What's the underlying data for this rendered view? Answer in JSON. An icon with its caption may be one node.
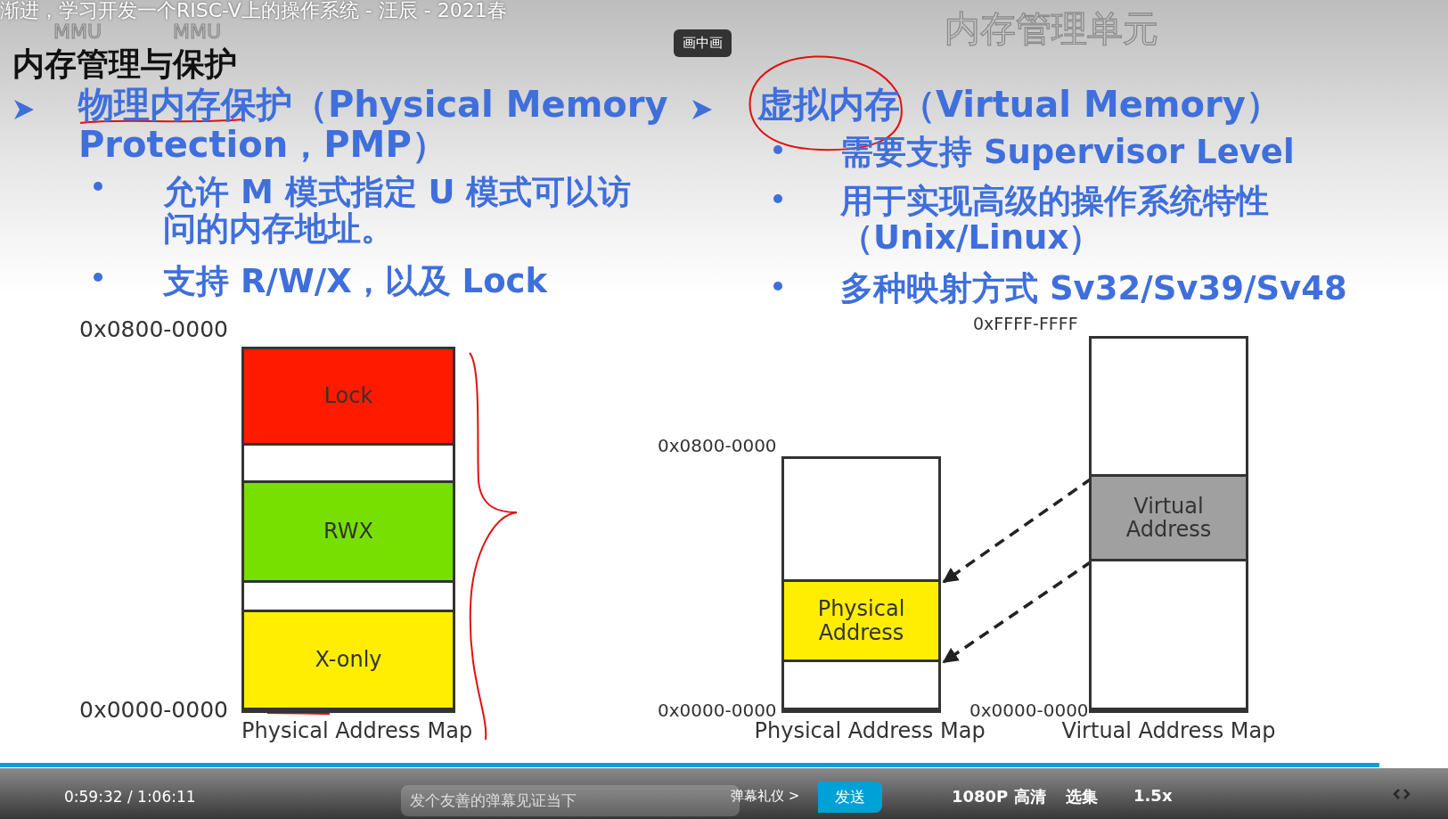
{
  "diagram": {
    "title": "内存管理与保护",
    "nodes": [
      {
        "text": [],
        "shape": "box",
        "beside": [
          "Physical Address Map"
        ]
      },
      {
        "text": [
          "Lock"
        ],
        "in": 0
      },
      {
        "text": [],
        "shape": "box",
        "in": 0
      },
      {
        "text": [
          "RWX"
        ],
        "in": 0
      },
      {
        "text": [],
        "shape": "box",
        "in": 0
      },
      {
        "text": [
          "X-only"
        ],
        "in": 0
      },
      {
        "text": [],
        "shape": "box",
        "beside": [
          "Physical Address Map"
        ]
      },
      {
        "text": [],
        "shape": "box",
        "in": 6
      },
      {
        "text": [
          "Physical Address"
        ],
        "in": 6
      },
      {
        "text": [],
        "shape": "box",
        "in": 6
      },
      {
        "text": [],
        "shape": "box",
        "beside": [
          "Virtual Address Map"
        ]
      },
      {
        "text": [],
        "shape": "box",
        "in": 10
      },
      {
        "text": [
          "Virtual Address"
        ],
        "in": 10
      },
      {
        "text": [],
        "shape": "box",
        "in": 10
      }
    ],
    "edges": [
      {
        "from": 12,
        "to": 8,
        "arrow": "to",
        "style": "dashed"
      },
      {
        "from": 12,
        "to": 8,
        "arrow": "to",
        "style": "dashed"
      }
    ],
    "labels": [
      "渐进，学习开发一个RISC-V上的操作系统 - 汪辰 - 2021春",
      "画中画",
      "MMU",
      "MMU",
      "内存管理单元",
      "物理内存保护（Physical Memory Protection，PMP）",
      "虚拟内存（Virtual Memory）",
      "需要支持 Supervisor Level",
      "允许 M 模式指定 U 模式可以访问的内存地址。",
      "用于实现高级的操作系统特性（Unix/Linux）",
      "支持 R/W/X，以及 Lock",
      "多种映射方式 Sv32/Sv39/Sv48",
      "0x0800-0000",
      "0xFFFF-FFFF",
      "0x0800-0000",
      "0x0000-0000",
      "0x0000-0000",
      "0x0000-0000",
      "0:59:32 / 1:06:11",
      "发个友善的弹幕见证当下",
      "弹幕礼仪 >",
      "发送",
      "1080P 高清",
      "选集",
      "1.5x"
    ]
  }
}
